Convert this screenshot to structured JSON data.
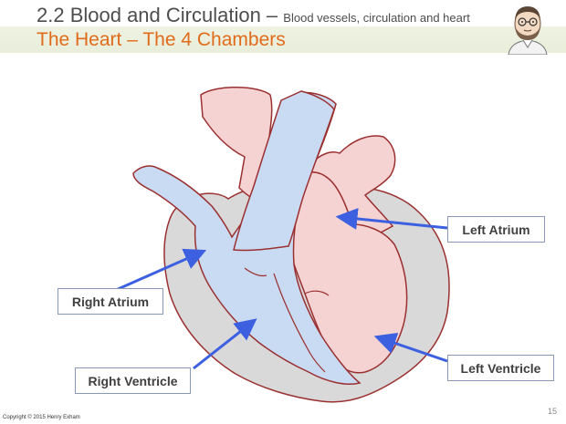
{
  "header": {
    "title": "2.2 Blood and Circulation –",
    "title_sub": "Blood vessels, circulation and heart",
    "subtitle": "The Heart – The 4 Chambers"
  },
  "labels": {
    "left_atrium": "Left Atrium",
    "right_atrium": "Right Atrium",
    "right_ventricle": "Right Ventricle",
    "left_ventricle": "Left Ventricle"
  },
  "footer": {
    "copyright": "Copyright © 2015 Henry Exham",
    "page_number": "15"
  },
  "colors": {
    "title_orange": "#e06b1a",
    "deoxygenated_blue": "#c9daf3",
    "oxygenated_pink": "#f6d3d3",
    "heart_wall": "#d9d9d9",
    "outline_red": "#9b3030",
    "arrow_blue": "#3c60e0"
  }
}
